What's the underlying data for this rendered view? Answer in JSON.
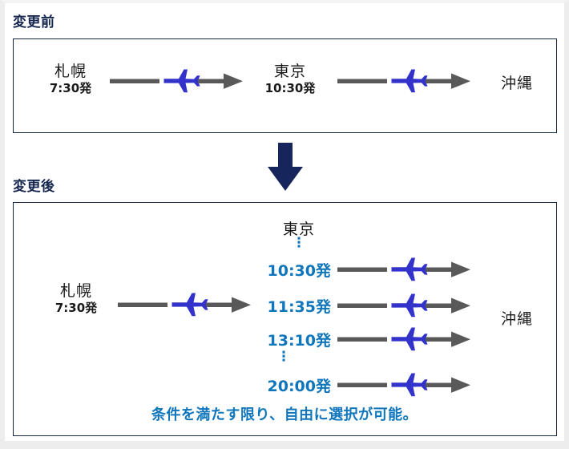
{
  "sections": {
    "before": {
      "title": "変更前"
    },
    "after": {
      "title": "変更後"
    }
  },
  "before_panel": {
    "origin": {
      "city": "札幌",
      "time": "7:30発"
    },
    "connection": {
      "city": "東京",
      "time": "10:30発"
    },
    "destination": {
      "city": "沖縄"
    }
  },
  "after_panel": {
    "origin": {
      "city": "札幌",
      "time": "7:30発"
    },
    "hub_city": "東京",
    "destination": {
      "city": "沖縄"
    },
    "ellipsis_top": "⋮",
    "ellipsis_mid": "⋮",
    "departures": [
      {
        "time": "10:30発"
      },
      {
        "time": "11:35発"
      },
      {
        "time": "13:10発"
      },
      {
        "time": "20:00発"
      }
    ],
    "caption": "条件を満たす限り、自由に選択が可能。"
  },
  "icons": {
    "down_arrow": "down-arrow-icon",
    "airplane": "airplane-icon",
    "flight_arrow": "right-arrow-icon"
  },
  "colors": {
    "title_navy": "#15264f",
    "panel_border": "#14263f",
    "arrow_navy": "#16265c",
    "plane_blue": "#3333cc",
    "line_gray": "#595959",
    "time_blue": "#0f76bc",
    "text_black": "#1a1a1a"
  }
}
